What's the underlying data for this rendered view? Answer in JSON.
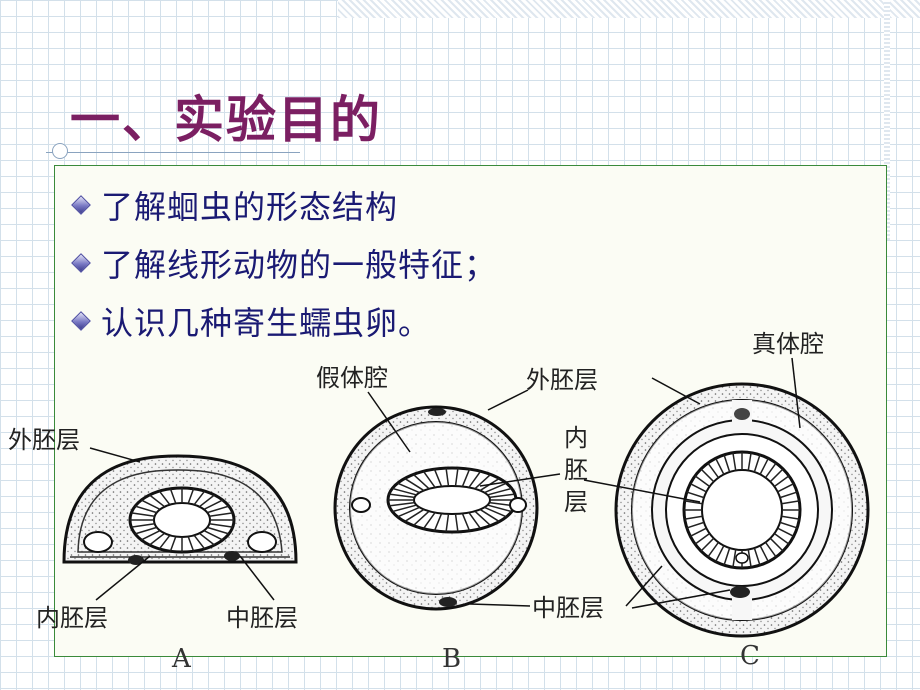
{
  "title": "一、实验目的",
  "bullets": [
    "了解蛔虫的形态结构",
    "了解线形动物的一般特征；",
    "认识几种寄生蠕虫卵。"
  ],
  "figure": {
    "labels": {
      "ectoderm": "外胚层",
      "endoderm": "内胚层",
      "mesoderm": "中胚层",
      "pseudocoel": "假体腔",
      "endoderm_vertical": [
        "内",
        "胚",
        "层"
      ],
      "true_coelom": "真体腔"
    },
    "panels": [
      "A",
      "B",
      "C"
    ]
  },
  "colors": {
    "title": "#7b1f62",
    "bullet_text": "#1a1a73",
    "frame": "#3a8a3a"
  }
}
